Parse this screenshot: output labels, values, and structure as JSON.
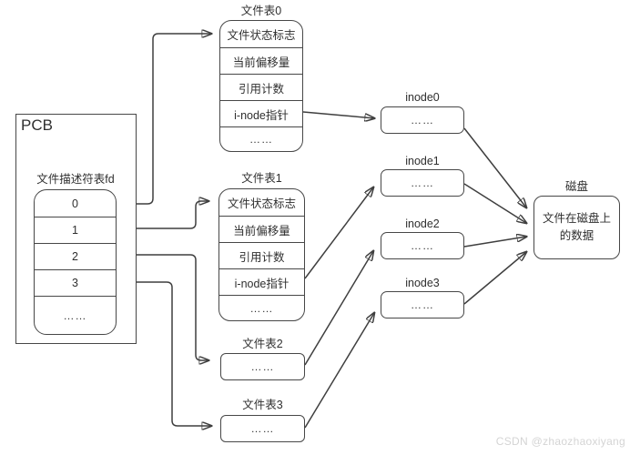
{
  "pcb": {
    "title": "PCB",
    "fd_table_label": "文件描述符表fd",
    "fd_rows": [
      "0",
      "1",
      "2",
      "3",
      "……"
    ]
  },
  "file_table0": {
    "title": "文件表0",
    "rows": [
      "文件状态标志",
      "当前偏移量",
      "引用计数",
      "i-node指针",
      "……"
    ]
  },
  "file_table1": {
    "title": "文件表1",
    "rows": [
      "文件状态标志",
      "当前偏移量",
      "引用计数",
      "i-node指针",
      "……"
    ]
  },
  "file_table2": {
    "title": "文件表2",
    "content": "……"
  },
  "file_table3": {
    "title": "文件表3",
    "content": "……"
  },
  "inodes": [
    {
      "title": "inode0",
      "content": "……"
    },
    {
      "title": "inode1",
      "content": "……"
    },
    {
      "title": "inode2",
      "content": "……"
    },
    {
      "title": "inode3",
      "content": "……"
    }
  ],
  "disk": {
    "title": "磁盘",
    "content_line1": "文件在磁盘上",
    "content_line2": "的数据"
  },
  "watermark": "CSDN @zhaozhaoxiyang",
  "colors": {
    "line": "#3f3f3f",
    "border": "#474747",
    "text": "#2f2f2f",
    "watermark": "#d4d4d4",
    "background": "#ffffff"
  }
}
